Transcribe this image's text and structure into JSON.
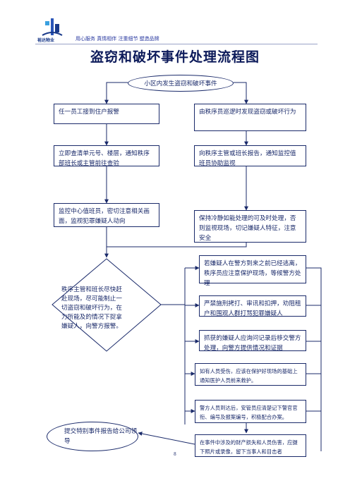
{
  "header": {
    "logo_text": "裕达物业",
    "slogan": "用心服务 真情相伴 注重细节 塑造品牌"
  },
  "title": "盗窃和破坏事件处理流程图",
  "nodes": {
    "start": "小区内发生盗窃和破坏事件",
    "left1": "任一员工接到住户报警",
    "right1": "由秩序员巡逻时发现盗窃或破坏行为",
    "left2": "立即查清单元号、楼层，通知秩序部班长或主管前往查验",
    "right2": "向秩序主管或班长报告，通知监控值班员协助监视",
    "left3": "监控中心值班员，密切注意相关画面，监视犯罪嫌疑人动向",
    "right3": "保持冷静如能处理的可及时处理，否则监视现场，切记嫌疑人特征，注意安全",
    "diamond": "秩序主管和班长尽快赶赴现场，尽可能制止一切盗窃和破坏行为，在力所能及的情况下捉拿嫌疑人，向警方报警。",
    "r4": "若嫌疑人在警方到来之前已经逃离，秩序员应注意保护现场，等候警方处理",
    "r5": "严禁施刑拷打、审讯和扣押，劝阻租户和围观人群打骂犯罪嫌疑人",
    "r6": "抓获的嫌疑人应询问记录后移交警方处理，向警方提供情况和证据",
    "r7": "如有人员受伤，应该在保护好现场的基础上通知医护人员前来救护。",
    "r8": "警方人员到达后，安管员应清楚记下警官官衔、编号及报案编号，积极配合办案。",
    "r9": "在事件中涉及的财产损失和人员伤害，应摄下照片或录像，留下当事人和目击者",
    "end": "提交特别事件报告给公司领导"
  },
  "page_number": "8"
}
